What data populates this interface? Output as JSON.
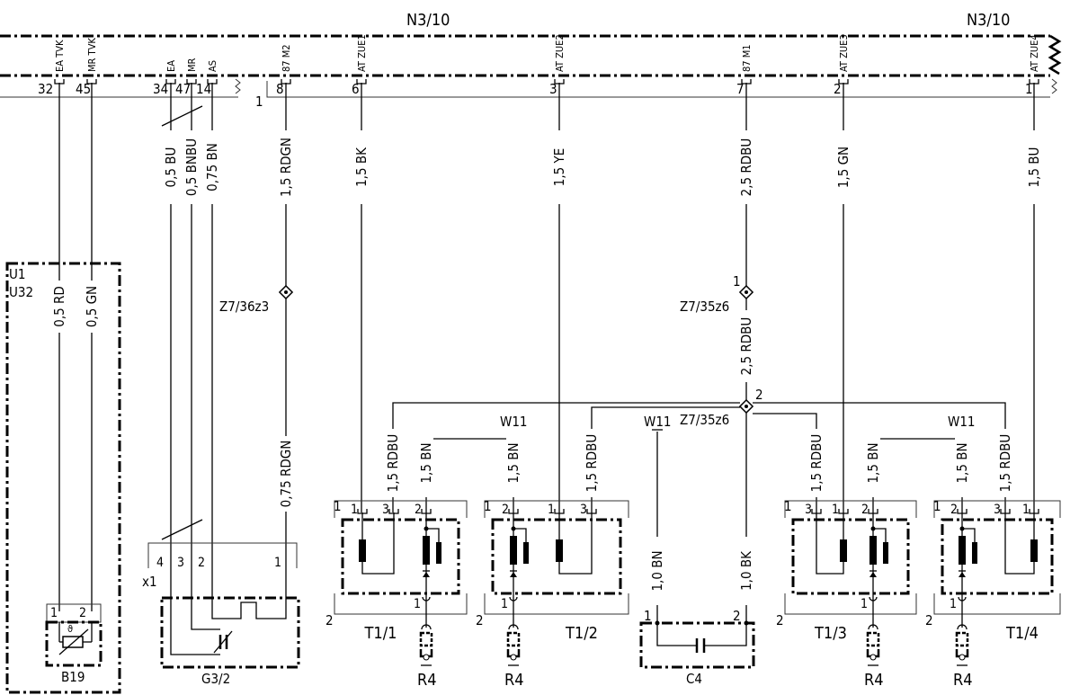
{
  "header": {
    "module_left": "N3/10",
    "module_right": "N3/10"
  },
  "pins": {
    "names": [
      "EA TVK",
      "MR TVK",
      "EA",
      "MR",
      "AS",
      "87 M2",
      "AT ZUE1",
      "AT ZUE2",
      "87 M1",
      "AT ZUE3",
      "AT ZUE4"
    ],
    "numbers": [
      "32",
      "45",
      "34",
      "47",
      "14",
      "8",
      "6",
      "3",
      "7",
      "2",
      "1"
    ],
    "connector_one": "1"
  },
  "wires": {
    "top": [
      "0,5 BU",
      "0,5 BNBU",
      "0,75 BN",
      "1,5 RDGN",
      "1,5 BK",
      "1,5 YE",
      "2,5 RDBU",
      "1,5 GN",
      "1,5 BU"
    ],
    "u1": [
      "0,5 RD",
      "0,5 GN"
    ],
    "rdbu_mid": "2,5 RDBU",
    "rdgn_low": "0,75 RDGN",
    "drops": [
      "1,5 RDBU",
      "1,5 BN",
      "1,5 BN",
      "1,5 RDBU",
      "1,0 BN",
      "1,0 BK",
      "1,5 RDBU",
      "1,5 BN",
      "1,5 BN",
      "1,5 RDBU"
    ]
  },
  "splices": {
    "z36": "Z7/36z3",
    "z35a": "Z7/35z6",
    "z35a_pin": "1",
    "z35b": "Z7/35z6",
    "z35b_pin": "2"
  },
  "grounds": [
    "W11",
    "W11",
    "W11"
  ],
  "components": {
    "u1": "U1",
    "u32": "U32",
    "b19": "B19",
    "b19_pins": [
      "1",
      "2"
    ],
    "g32": "G3/2",
    "x1": "x1",
    "x1_pins": [
      "4",
      "3",
      "2",
      "1"
    ],
    "t1": [
      "T1/1",
      "T1/2",
      "T1/3",
      "T1/4"
    ],
    "t1_pins": [
      [
        "1",
        "3",
        "2"
      ],
      [
        "2",
        "1",
        "3"
      ],
      [
        "3",
        "1",
        "2"
      ],
      [
        "2",
        "3",
        "1"
      ]
    ],
    "side_pins": [
      "1",
      "2"
    ],
    "r4": [
      "R4",
      "R4",
      "R4",
      "R4"
    ],
    "c4": "C4",
    "c4_pins": [
      "1",
      "2"
    ]
  }
}
